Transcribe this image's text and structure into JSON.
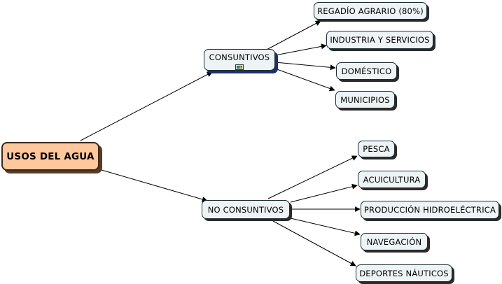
{
  "root": {
    "label": "USOS DEL AGUA"
  },
  "consuntivos": {
    "label": "CONSUNTIVOS",
    "attachment_icon": "image-attachment-icon",
    "children": [
      "REGADÍO AGRARIO (80%)",
      "INDUSTRIA Y SERVICIOS",
      "DOMÉSTICO",
      "MUNICIPIOS"
    ]
  },
  "no_consuntivos": {
    "label": "NO CONSUNTIVOS",
    "children": [
      "PESCA",
      "ACUICULTURA",
      "PRODUCCIÓN HIDROELÉCTRICA",
      "NAVEGACIÓN",
      "DEPORTES NÁUTICOS"
    ]
  },
  "colors": {
    "root_fill": "#ffc79c",
    "node_fill": "#eef4f6",
    "connector": "#000000"
  }
}
